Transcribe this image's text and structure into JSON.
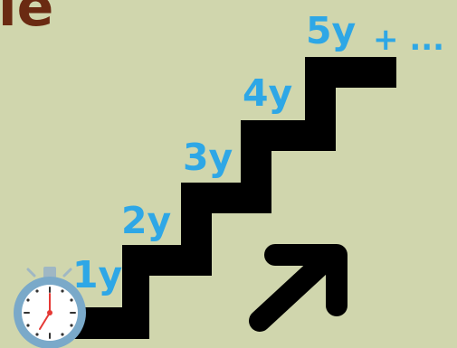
{
  "colors": {
    "background": "#d0d6ad",
    "stairs": "#000000",
    "step_labels": "#2ea7e6",
    "title_fragment": "#6a2a12",
    "arrow": "#000000",
    "stopwatch_rim": "#7aa9c9",
    "stopwatch_face": "#ffffff",
    "stopwatch_hand": "#e53935",
    "stopwatch_button": "#9fb7c4"
  },
  "title_fragment": "le",
  "steps": [
    {
      "label": "1y"
    },
    {
      "label": "2y"
    },
    {
      "label": "3y"
    },
    {
      "label": "4y"
    },
    {
      "label": "5y"
    }
  ],
  "continuation": "+ ...",
  "icons": {
    "stopwatch": "stopwatch-icon",
    "arrow": "arrow-up-right-icon"
  }
}
